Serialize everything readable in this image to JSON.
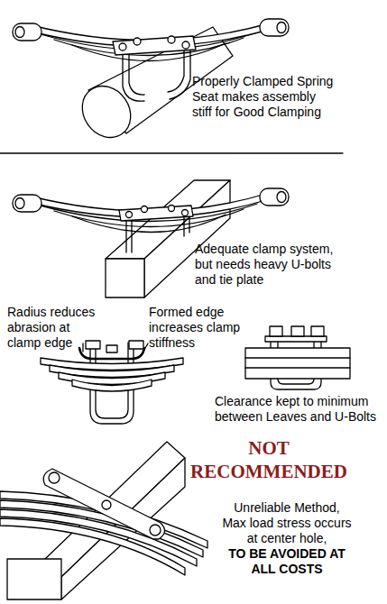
{
  "diagram": {
    "labels": [
      "Properly Clamped Spring Seat makes assembly stiff for Good Clamping",
      "Adequate clamp system, but needs heavy U-bolts and tie plate",
      "Radius reduces abrasion at clamp edge",
      "Formed edge increases clamp stiffness",
      "Clearance kept to minimum between Leaves and U-Bolts",
      "NOT RECOMMENDED",
      "Unreliable Method, Max load stress occurs at center hole,",
      "TO BE AVOIDED AT ALL COSTS"
    ]
  }
}
